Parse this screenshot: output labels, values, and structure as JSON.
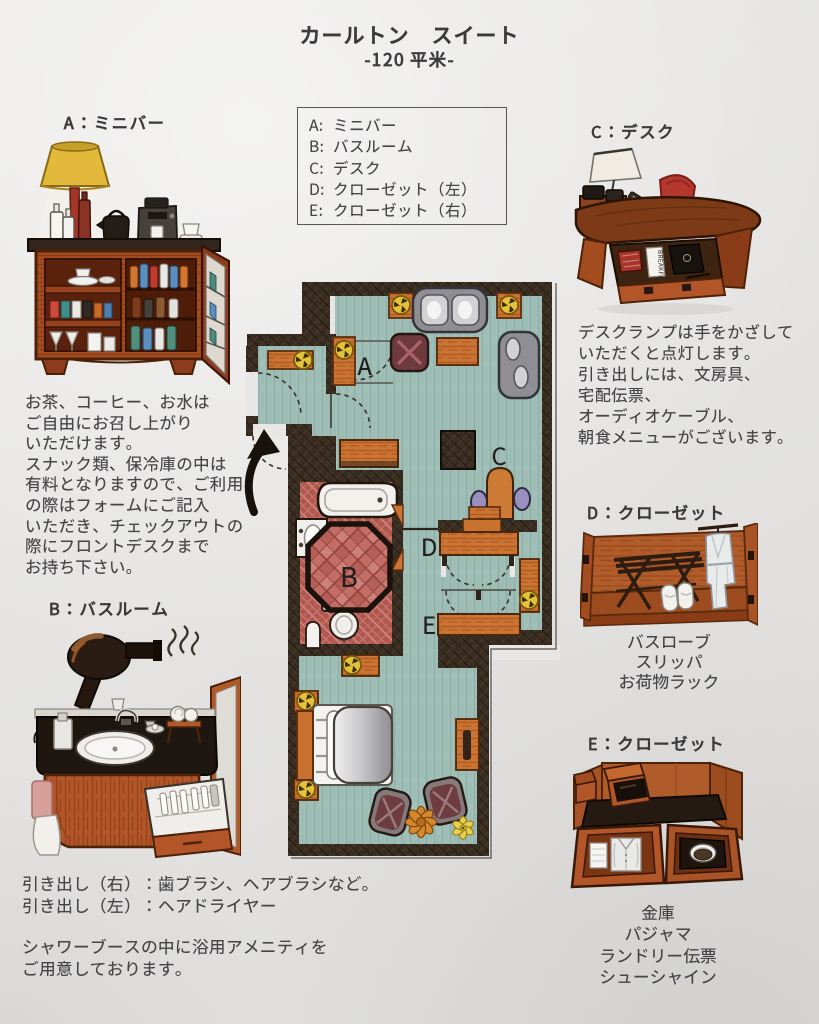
{
  "page": {
    "title": "カールトン　スイート",
    "subtitle": "-120 平米-"
  },
  "legend": {
    "items": [
      {
        "key": "A:",
        "label": "ミニバー"
      },
      {
        "key": "B:",
        "label": "バスルーム"
      },
      {
        "key": "C:",
        "label": "デスク"
      },
      {
        "key": "D:",
        "label": "クローゼット（左）"
      },
      {
        "key": "E:",
        "label": "クローゼット（右）"
      }
    ]
  },
  "sections": {
    "minibar": {
      "heading": "A：ミニバー",
      "body": "お茶、コーヒー、お水は\nご自由にお召し上がり\nいただけます。\nスナック類、保冷庫の中は\n有料となりますので、ご利用\nの際はフォームにご記入\nいただき、チェックアウトの\n際にフロントデスクまで\nお持ち下さい。"
    },
    "bathroom": {
      "heading": "B：バスルーム",
      "drawers": "引き出し（右）：歯ブラシ、ヘアブラシなど。\n引き出し（左）：ヘアドライヤー",
      "shower": "シャワーブースの中に浴用アメニティを\nご用意しております。"
    },
    "desk": {
      "heading": "C：デスク",
      "body": "デスクランプは手をかざして\nいただくと点灯します。\n引き出しには、文房具、\n宅配伝票、\nオーディオケーブル、\n朝食メニューがございます。",
      "menu_label": "BREAKFAST"
    },
    "closet_left": {
      "heading": "D：クローゼット",
      "items": "バスローブ\nスリッパ\nお荷物ラック"
    },
    "closet_right": {
      "heading": "E：クローゼット",
      "items": "金庫\nパジャマ\nランドリー伝票\nシューシャイン"
    }
  },
  "floorplan": {
    "labels": {
      "minibar": "A",
      "bathroom": "B",
      "desk": "C",
      "closet_left": "D",
      "closet_right": "E"
    }
  },
  "colors": {
    "paper": "#e6e5e3",
    "floor_teal": "#a3c3bb",
    "wall_dark": "#342a20",
    "furniture_orange": "#c97335",
    "tile_red": "#b2574f",
    "lamp_yellow": "#e3c139",
    "text": "#454549"
  }
}
